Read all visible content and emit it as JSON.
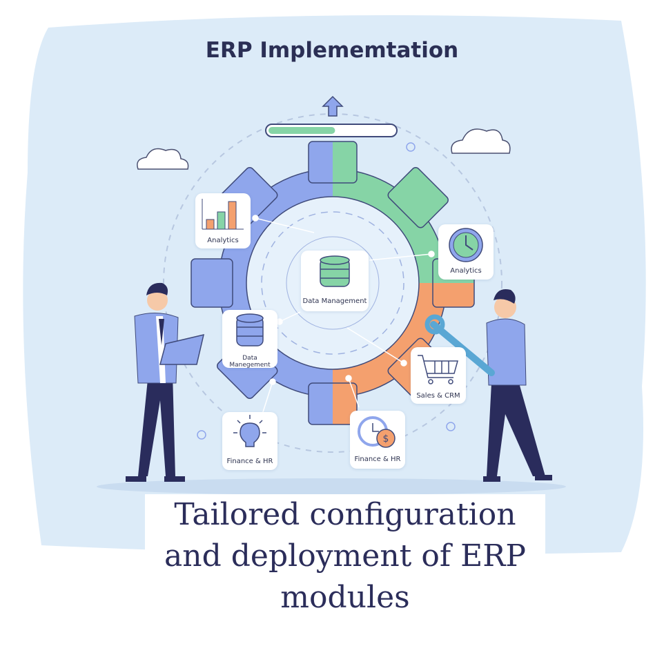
{
  "title": "ERP Implememtation",
  "progress": {
    "fraction": 0.53
  },
  "center_module": {
    "label": "Data Management",
    "icon": "database-icon"
  },
  "modules": [
    {
      "label": "Analytics",
      "icon": "bar-chart-icon"
    },
    {
      "label": "Analytics",
      "icon": "clock-icon"
    },
    {
      "label": "Data Manegement",
      "icon": "database-icon"
    },
    {
      "label": "Sales & CRM",
      "icon": "shopping-cart-icon"
    },
    {
      "label": "Finance & HR",
      "icon": "lightbulb-icon"
    },
    {
      "label": "Finance & HR",
      "icon": "clock-dollar-icon"
    }
  ],
  "caption": {
    "line1": "Tailored configuration",
    "line2": "and deployment of ERP",
    "line3": "modules"
  },
  "colors": {
    "blue": "#8fa6ec",
    "green": "#86d4a6",
    "orange": "#f4a06e",
    "navy": "#2b2d5a",
    "bg": "#dcebf8"
  }
}
